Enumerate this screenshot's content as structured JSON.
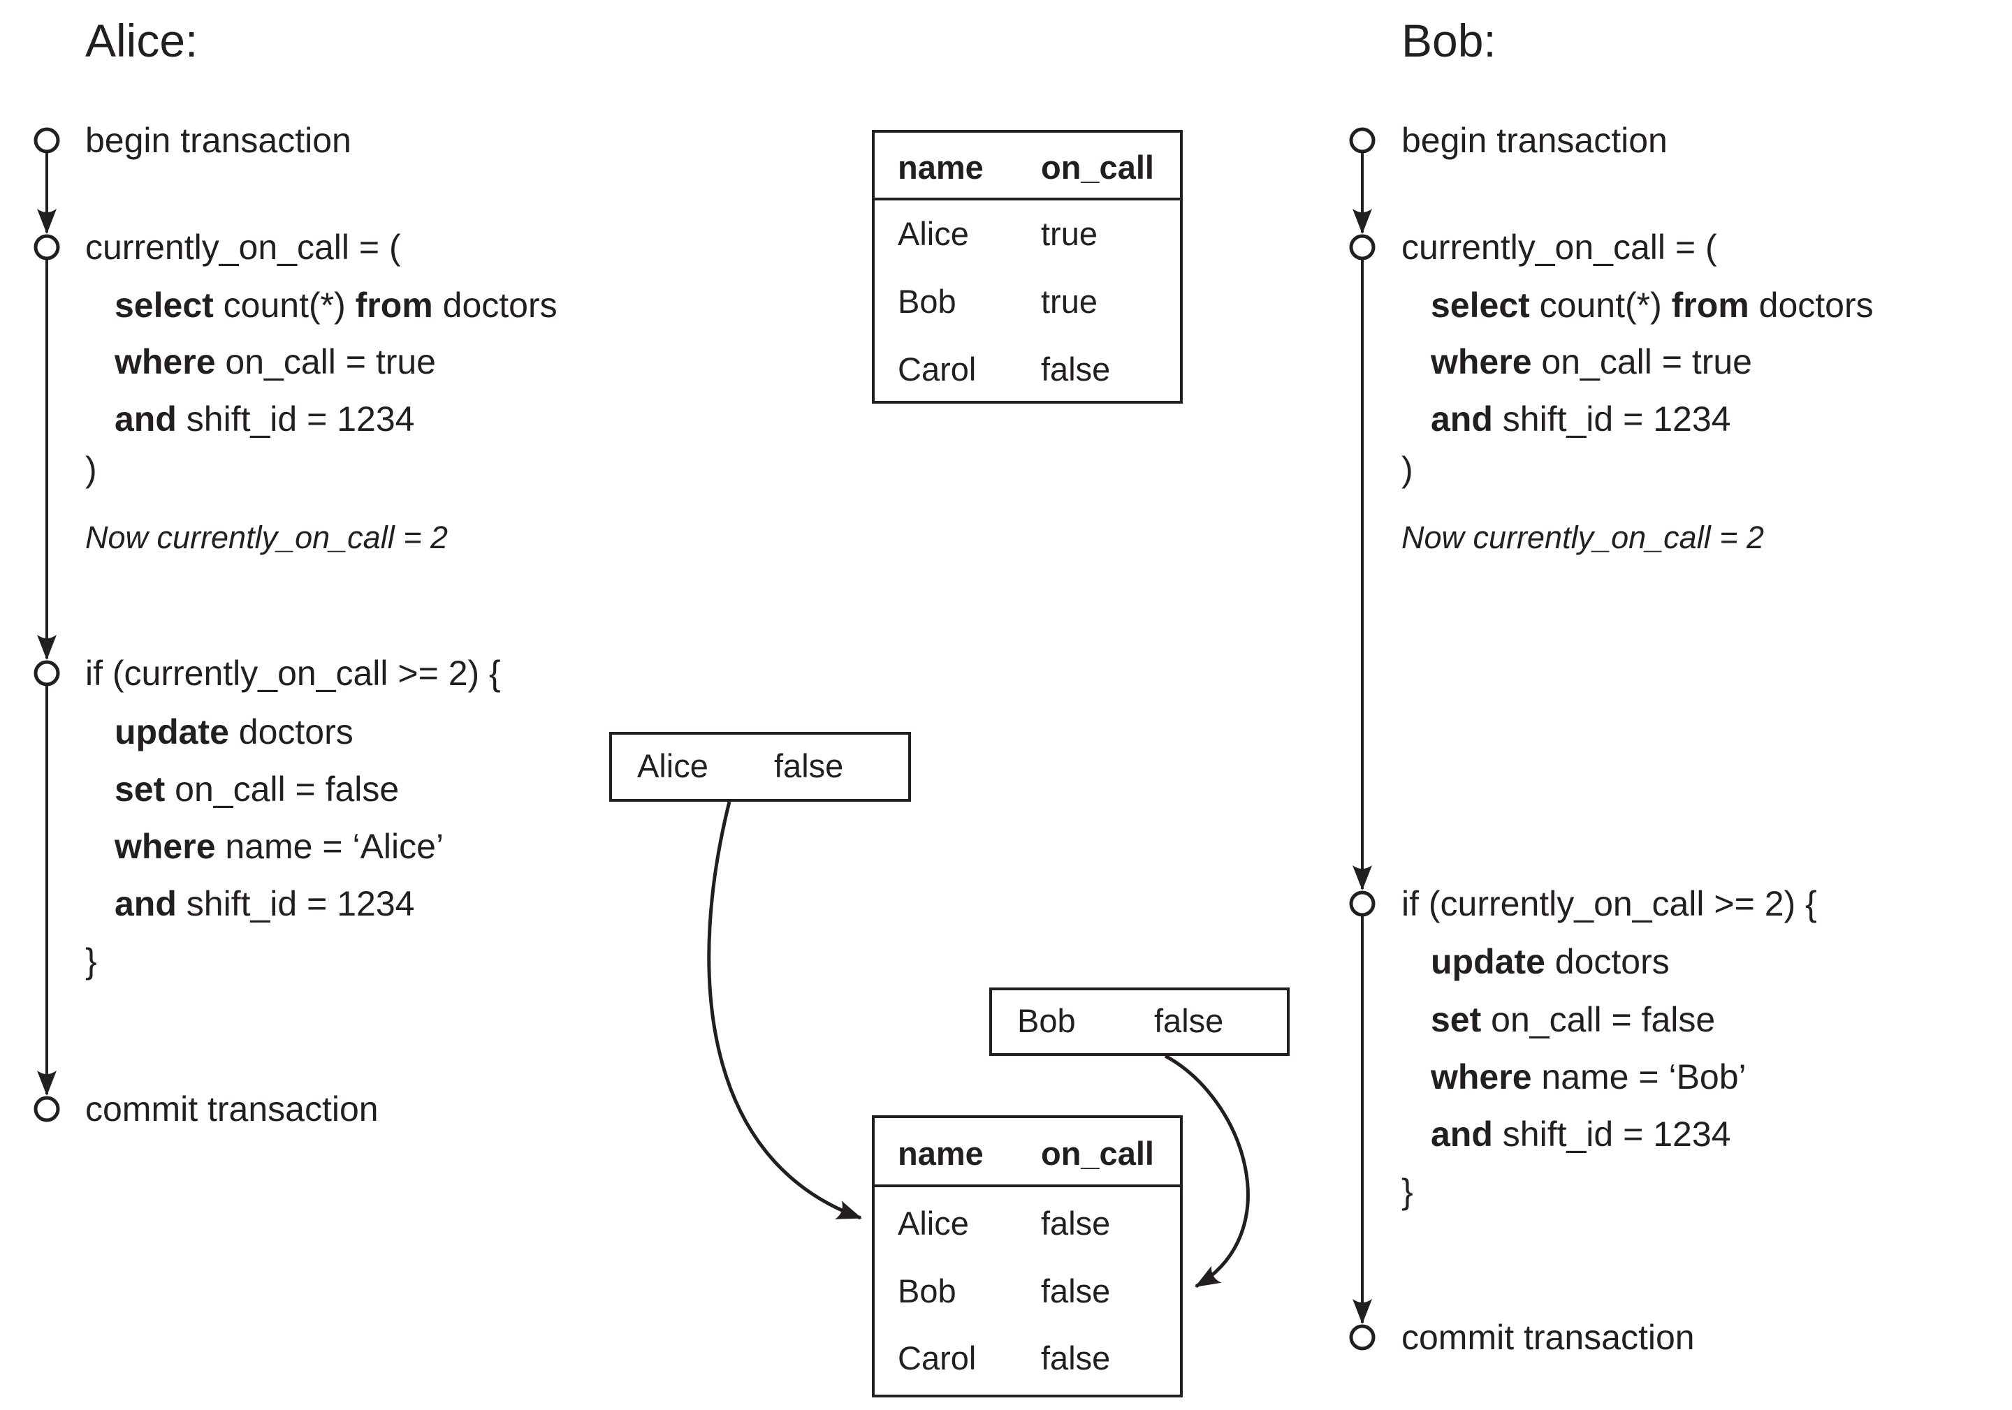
{
  "alice": {
    "title": "Alice:",
    "begin": "begin transaction",
    "commit": "commit transaction",
    "note": "Now currently_on_call = 2",
    "query": [
      [
        {
          "t": "currently_on_call = ("
        }
      ],
      [
        {
          "t": "select",
          "b": true
        },
        {
          "t": " count(*) "
        },
        {
          "t": "from",
          "b": true
        },
        {
          "t": " doctors"
        }
      ],
      [
        {
          "t": "where",
          "b": true
        },
        {
          "t": " on_call = true"
        }
      ],
      [
        {
          "t": "and",
          "b": true
        },
        {
          "t": " shift_id = 1234"
        }
      ],
      [
        {
          "t": ")"
        }
      ]
    ],
    "ifblock": [
      [
        {
          "t": "if (currently_on_call >= 2) {"
        }
      ],
      [
        {
          "t": "update",
          "b": true
        },
        {
          "t": " doctors"
        }
      ],
      [
        {
          "t": "set",
          "b": true
        },
        {
          "t": " on_call = false"
        }
      ],
      [
        {
          "t": "where",
          "b": true
        },
        {
          "t": " name = ‘Alice’"
        }
      ],
      [
        {
          "t": "and",
          "b": true
        },
        {
          "t": " shift_id = 1234"
        }
      ],
      [
        {
          "t": "}"
        }
      ]
    ]
  },
  "bob": {
    "title": "Bob:",
    "begin": "begin transaction",
    "commit": "commit transaction",
    "note": "Now currently_on_call = 2",
    "query": [
      [
        {
          "t": "currently_on_call = ("
        }
      ],
      [
        {
          "t": "select",
          "b": true
        },
        {
          "t": " count(*) "
        },
        {
          "t": "from",
          "b": true
        },
        {
          "t": " doctors"
        }
      ],
      [
        {
          "t": "where",
          "b": true
        },
        {
          "t": " on_call = true"
        }
      ],
      [
        {
          "t": "and",
          "b": true
        },
        {
          "t": " shift_id = 1234"
        }
      ],
      [
        {
          "t": ")"
        }
      ]
    ],
    "ifblock": [
      [
        {
          "t": "if (currently_on_call >= 2) {"
        }
      ],
      [
        {
          "t": "update",
          "b": true
        },
        {
          "t": " doctors"
        }
      ],
      [
        {
          "t": "set",
          "b": true
        },
        {
          "t": " on_call = false"
        }
      ],
      [
        {
          "t": "where",
          "b": true
        },
        {
          "t": " name = ‘Bob’"
        }
      ],
      [
        {
          "t": "and",
          "b": true
        },
        {
          "t": " shift_id = 1234"
        }
      ],
      [
        {
          "t": "}"
        }
      ]
    ]
  },
  "tables": {
    "initial": {
      "col_name": "name",
      "col_on_call": "on_call",
      "rows": [
        [
          "Alice",
          "true"
        ],
        [
          "Bob",
          "true"
        ],
        [
          "Carol",
          "false"
        ]
      ]
    },
    "final": {
      "col_name": "name",
      "col_on_call": "on_call",
      "rows": [
        [
          "Alice",
          "false"
        ],
        [
          "Bob",
          "false"
        ],
        [
          "Carol",
          "false"
        ]
      ]
    }
  },
  "update_boxes": {
    "alice": {
      "name": "Alice",
      "value": "false"
    },
    "bob": {
      "name": "Bob",
      "value": "false"
    }
  },
  "colors": {
    "ink": "#231f20",
    "background": "#ffffff"
  }
}
